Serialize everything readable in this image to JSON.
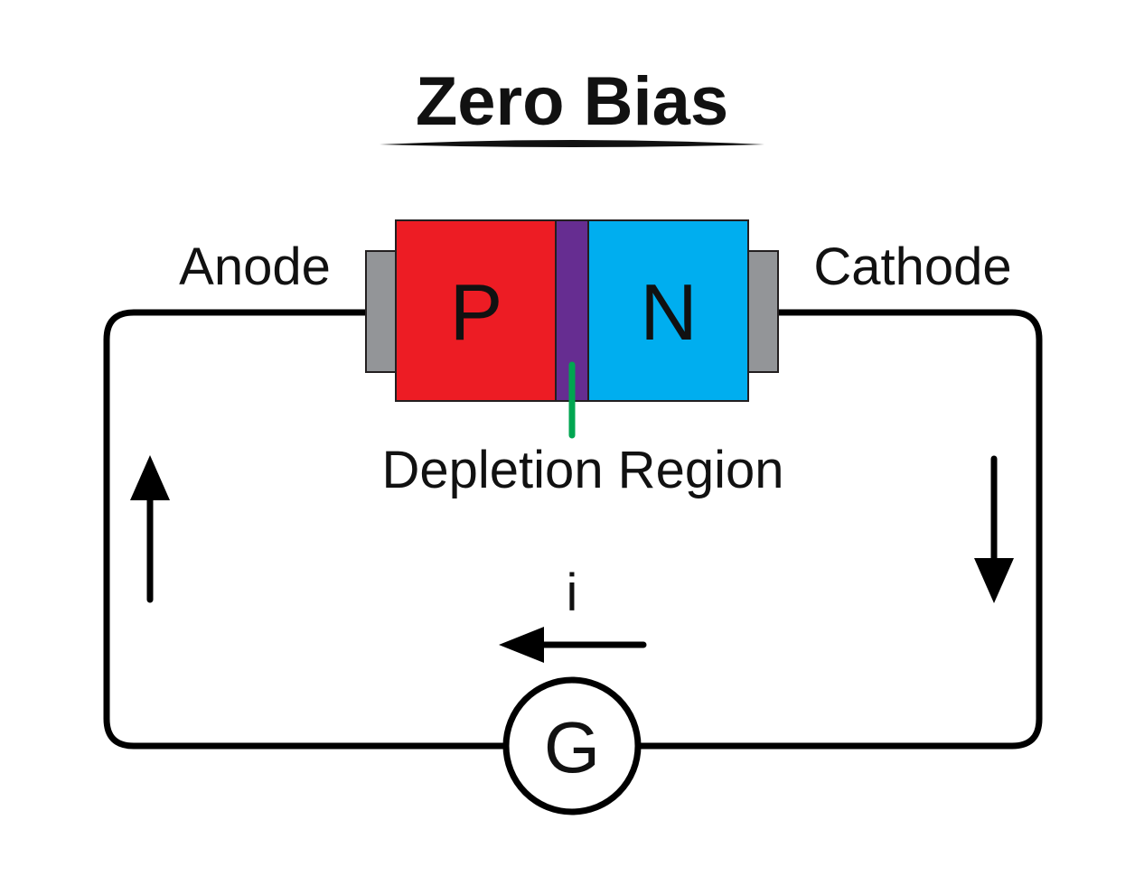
{
  "title": "Zero Bias",
  "labels": {
    "anode": "Anode",
    "cathode": "Cathode",
    "p_region": "P",
    "n_region": "N",
    "depletion_region": "Depletion Region",
    "current": "i",
    "generator": "G"
  },
  "colors": {
    "p_region": "#ed1c24",
    "n_region": "#00aeef",
    "depletion_region": "#662d91",
    "terminal": "#939598",
    "pointer": "#00a651",
    "wire": "#000000"
  },
  "icons": {
    "current_up": "arrow-up-icon",
    "current_down": "arrow-down-icon",
    "current_left": "arrow-left-icon"
  }
}
